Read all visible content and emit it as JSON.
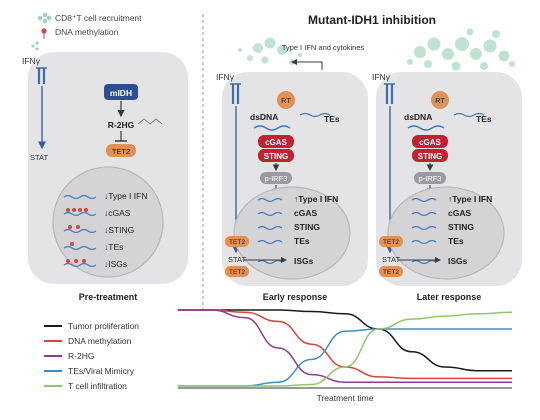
{
  "legend_top": {
    "cd8_label": "CD8⁺T cell recruitment",
    "dna_meth_label": "DNA methylation"
  },
  "header": {
    "title": "Mutant-IDH1 inhibition"
  },
  "panel1": {
    "caption": "Pre-treatment",
    "ifn": "IFNγ",
    "midh": "mIDH",
    "r2hg": "R-2HG",
    "tet2": "TET2",
    "stat": "STAT",
    "genes": [
      "↓Type I IFN",
      "↓cGAS",
      "↓STING",
      "↓TEs",
      "↓ISGs"
    ]
  },
  "panel2": {
    "caption": "Early response",
    "ifn": "IFNγ",
    "secretion": "Type I IFN and cytokines",
    "rt": "RT",
    "dsdna": "dsDNA",
    "tes": "TEs",
    "cgas": "cGAS",
    "sting": "STING",
    "pirf3": "p-IRF3",
    "stat": "STAT",
    "tet2a": "TET2",
    "tet2b": "TET2",
    "genes": [
      "↑Type I IFN",
      "cGAS",
      "STING",
      "TEs",
      "ISGs"
    ]
  },
  "panel3": {
    "caption": "Later response",
    "ifn": "IFNγ",
    "rt": "RT",
    "dsdna": "dsDNA",
    "tes": "TEs",
    "cgas": "cGAS",
    "sting": "STING",
    "pirf3": "p-IRF3",
    "stat": "STAT",
    "tet2a": "TET2",
    "tet2b": "TET2",
    "genes": [
      "↑Type I IFN",
      "cGAS",
      "STING",
      "TEs",
      "ISGs"
    ]
  },
  "chart_data": {
    "type": "line",
    "xlabel": "Treatment time",
    "ylabel": "",
    "x": [
      0,
      0.1,
      0.2,
      0.3,
      0.4,
      0.5,
      0.6,
      0.7,
      0.8,
      0.9,
      1.0
    ],
    "series": [
      {
        "name": "Tumor proliferation",
        "color": "#1a1a1a",
        "values": [
          1.0,
          1.0,
          1.0,
          1.0,
          0.98,
          0.95,
          0.75,
          0.45,
          0.25,
          0.2,
          0.2
        ]
      },
      {
        "name": "DNA methylation",
        "color": "#d6453d",
        "values": [
          1.0,
          1.0,
          0.97,
          0.85,
          0.55,
          0.25,
          0.12,
          0.1,
          0.1,
          0.1,
          0.1
        ]
      },
      {
        "name": "R-2HG",
        "color": "#8e3b8e",
        "values": [
          1.0,
          1.0,
          0.9,
          0.5,
          0.15,
          0.05,
          0.05,
          0.05,
          0.05,
          0.05,
          0.05
        ]
      },
      {
        "name": "TEs/Viral Mimicry",
        "color": "#3b8fc6",
        "values": [
          0.0,
          0.0,
          0.0,
          0.05,
          0.35,
          0.72,
          0.75,
          0.75,
          0.75,
          0.75,
          0.75
        ]
      },
      {
        "name": "T cell infiltration",
        "color": "#8cc86a",
        "values": [
          0.0,
          0.0,
          0.0,
          0.0,
          0.02,
          0.25,
          0.75,
          0.88,
          0.92,
          0.95,
          0.97
        ]
      }
    ]
  }
}
